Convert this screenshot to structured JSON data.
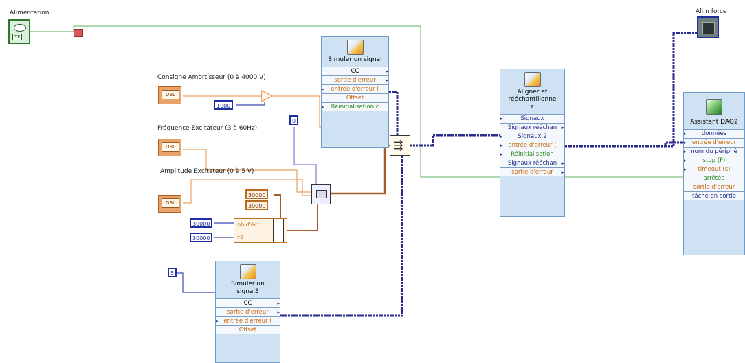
{
  "labels": {
    "alimentation": "Alimentation",
    "alim_force": "Alim force",
    "consigne": "Consigne Amortisseur (0 à 4000 V)",
    "frequence": "Fréquence Excitateur (3 à 60Hz)",
    "amplitude": "Amplitude Excitateur (0 à 5 V)"
  },
  "controls": {
    "dbl": "DBL",
    "tf": "TF"
  },
  "constants": {
    "c1000": "1000",
    "c0": "0",
    "c30000_a": "30000",
    "c30000_b": "30000",
    "c30000_c": "30000",
    "c30000_d": "30000",
    "c5": "5"
  },
  "bundle": {
    "nb": "nb d'éch",
    "fe": "Fé"
  },
  "sim1": {
    "title": "Simuler un signal",
    "terminals": [
      "CC",
      "sortie d'erreur",
      "entrée d'erreur (",
      "Offset",
      "Réinitialisation c"
    ]
  },
  "sim2": {
    "title": "Simuler un signal3",
    "terminals": [
      "CC",
      "sortie d'erreur",
      "entrée d'erreur (",
      "Offset"
    ]
  },
  "align": {
    "title": "Aligner et rééchantillonne r",
    "terminals": [
      "Signaux",
      "Signaux rééchan",
      "Signaux 2",
      "entrée d'erreur (",
      "Réinitialisation",
      "Signaux rééchan",
      "sortie d'erreur"
    ]
  },
  "daq": {
    "title": "Assistant DAQ2",
    "terminals": [
      "données",
      "entrée d'erreur",
      "nom du périphé",
      "stop (F)",
      "timeout (s)",
      "arrêtée",
      "sortie d'erreur",
      "tâche en sortie"
    ]
  }
}
